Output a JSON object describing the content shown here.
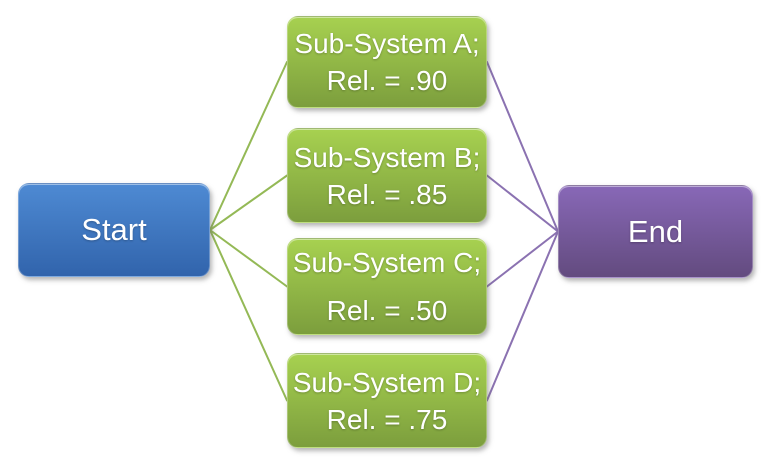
{
  "diagram": {
    "start": {
      "label": "Start"
    },
    "subsystems": [
      {
        "name": "Sub-System A;",
        "reliability": "Rel. = .90"
      },
      {
        "name": "Sub-System B;",
        "reliability": "Rel. = .85"
      },
      {
        "name": "Sub-System C;",
        "reliability": "Rel. = .50"
      },
      {
        "name": "Sub-System D;",
        "reliability": "Rel. = .75"
      }
    ],
    "end": {
      "label": "End"
    },
    "colors": {
      "start_gradient_top": "#4e8ad3",
      "start_gradient_bottom": "#3164ac",
      "subsystem_gradient_top": "#a7d150",
      "subsystem_gradient_bottom": "#7c9e3d",
      "end_gradient_top": "#8868b7",
      "end_gradient_bottom": "#634b7f",
      "edge_start_to_subsystem": "#94b956",
      "edge_subsystem_to_end": "#8b72b1"
    }
  }
}
